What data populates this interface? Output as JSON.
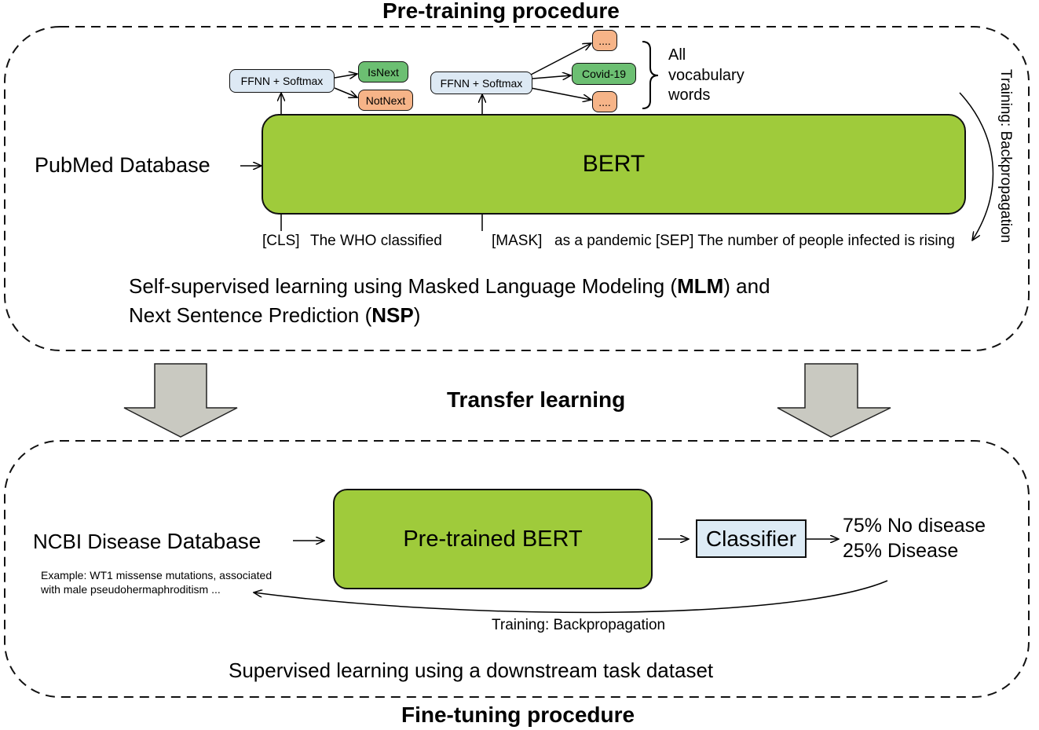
{
  "pretraining": {
    "title": "Pre-training procedure",
    "input_source": "PubMed Database",
    "model": "BERT",
    "nsp_head": "FFNN + Softmax",
    "nsp_outputs": [
      "IsNext",
      "NotNext"
    ],
    "mlm_head": "FFNN + Softmax",
    "mlm_outputs": [
      "....",
      "Covid-19",
      "...."
    ],
    "vocab_label_lines": [
      "All",
      "vocabulary",
      "words"
    ],
    "training_label": "Training: Backpropagation",
    "tokens": {
      "cls": "[CLS]",
      "first_sentence": "The  WHO  classified",
      "mask": "[MASK]",
      "rest": "as  a pandemic [SEP] The  number  of  people  infected  is  rising"
    },
    "description": {
      "line1_pre": "Self-supervised learning using Masked Language Modeling (",
      "line1_bold": "MLM",
      "line1_post": ") and",
      "line2_pre": "Next Sentence Prediction (",
      "line2_bold": "NSP",
      "line2_post": ")"
    }
  },
  "transfer": {
    "title": "Transfer learning"
  },
  "finetuning": {
    "title": "Fine-tuning procedure",
    "input_source_part1": "NCBI Disease",
    "input_source_part2": "Database",
    "example_line1": "Example: WT1 missense mutations, associated",
    "example_line2": "with male pseudohermaphroditism ...",
    "model": "Pre-trained BERT",
    "classifier": "Classifier",
    "outputs": [
      "75% No disease",
      "25% Disease"
    ],
    "training_label": "Training: Backpropagation",
    "description": "Supervised learning using a downstream task dataset"
  },
  "colors": {
    "bert_green": "#9fcb3b",
    "head_blue": "#dde9f4",
    "token_green": "#6cbf72",
    "token_orange": "#f6b488",
    "arrow_gray": "#c9c9c1"
  }
}
